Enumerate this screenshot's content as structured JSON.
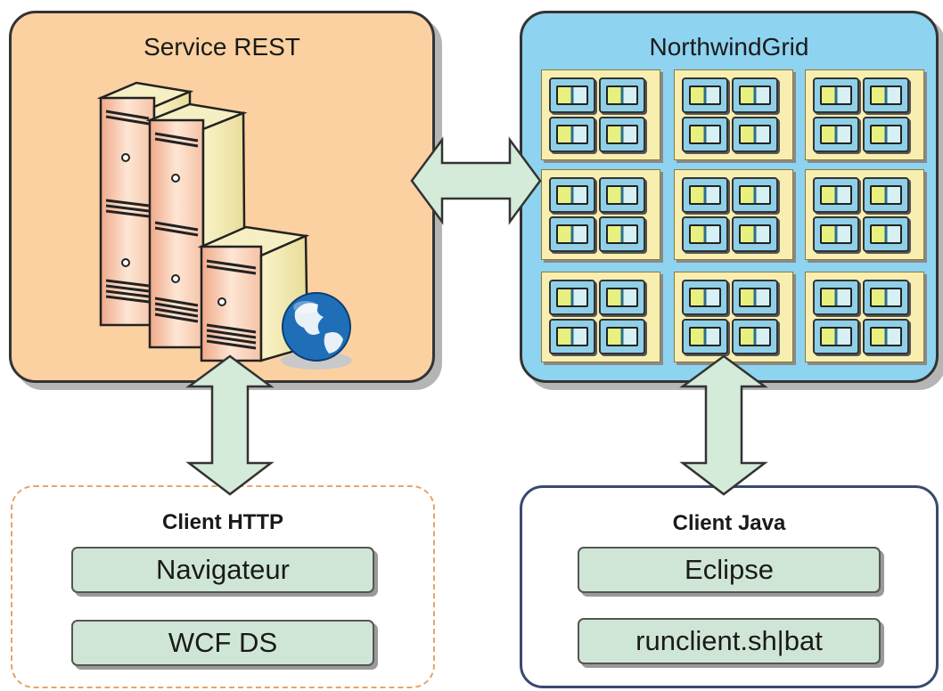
{
  "rest_service": {
    "title": "Service REST"
  },
  "grid": {
    "title": "NorthwindGrid"
  },
  "http_client": {
    "title": "Client HTTP",
    "items": [
      "Navigateur",
      "WCF DS"
    ]
  },
  "java_client": {
    "title": "Client Java",
    "items": [
      "Eclipse",
      "runclient.sh|bat"
    ]
  }
}
